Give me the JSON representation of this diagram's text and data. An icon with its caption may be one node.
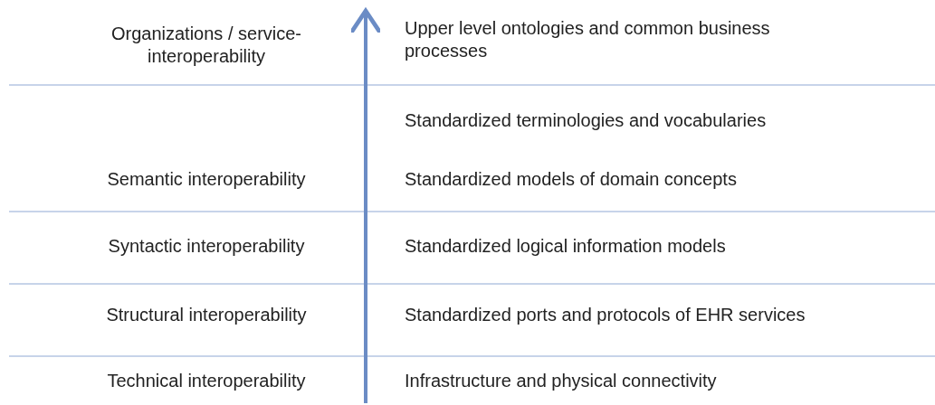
{
  "diagram": {
    "labels": [
      "Organizations / service-interoperability",
      "Upper level ontologies and common business processes",
      "Standardized terminologies and vocabularies",
      "Semantic interoperability",
      "Standardized models of domain concepts",
      "Syntactic interoperability",
      "Standardized logical information models",
      "Structural interoperability",
      "Standardized ports and protocols of EHR services",
      "Technical interoperability",
      "Infrastructure and physical connectivity"
    ]
  }
}
